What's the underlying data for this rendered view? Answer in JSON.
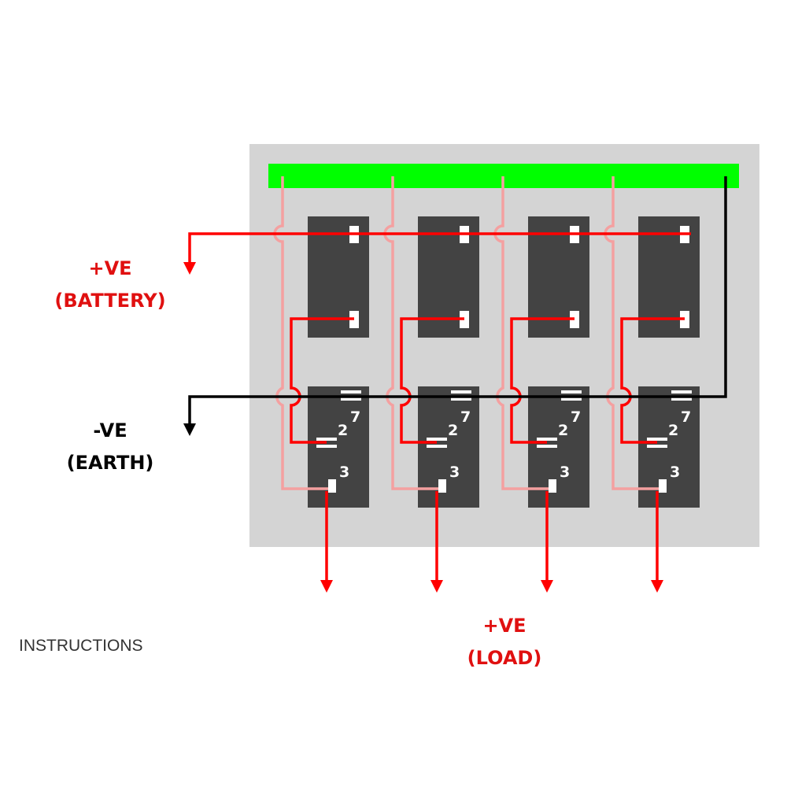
{
  "labels": {
    "battery_positive_line1": "+VE",
    "battery_positive_line2": "(BATTERY)",
    "earth_line1": "-VE",
    "earth_line2": "(EARTH)",
    "load_line1": "+VE",
    "load_line2": "(LOAD)"
  },
  "pin_numbers": {
    "lamp_low": "2",
    "lamp_high": "7",
    "load": "3"
  },
  "instructions_label": "INSTRUCTIONS",
  "colors": {
    "panel": "#d4d4d4",
    "switch_body": "#434343",
    "busbar": "#00ff00",
    "positive_wire": "#ff0000",
    "illumination_wire": "#f4a0a0",
    "earth_wire": "#000000",
    "terminal": "#ffffff",
    "positive_text": "#e01010",
    "earth_text": "#000000"
  },
  "switch_count": 4
}
